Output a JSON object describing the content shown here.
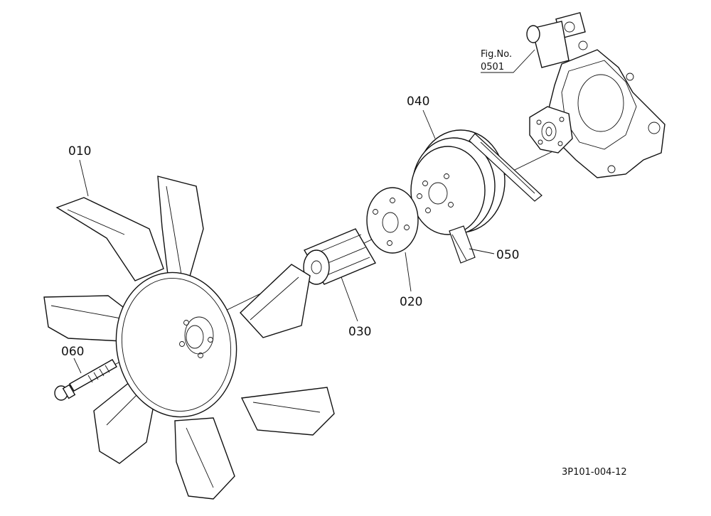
{
  "labels": {
    "fig_ref_line1": "Fig.No.",
    "fig_ref_line2": "0501",
    "part_040": "040",
    "part_010": "010",
    "part_050": "050",
    "part_020": "020",
    "part_030": "030",
    "part_060": "060",
    "drawing_id": "3P101-004-12"
  }
}
